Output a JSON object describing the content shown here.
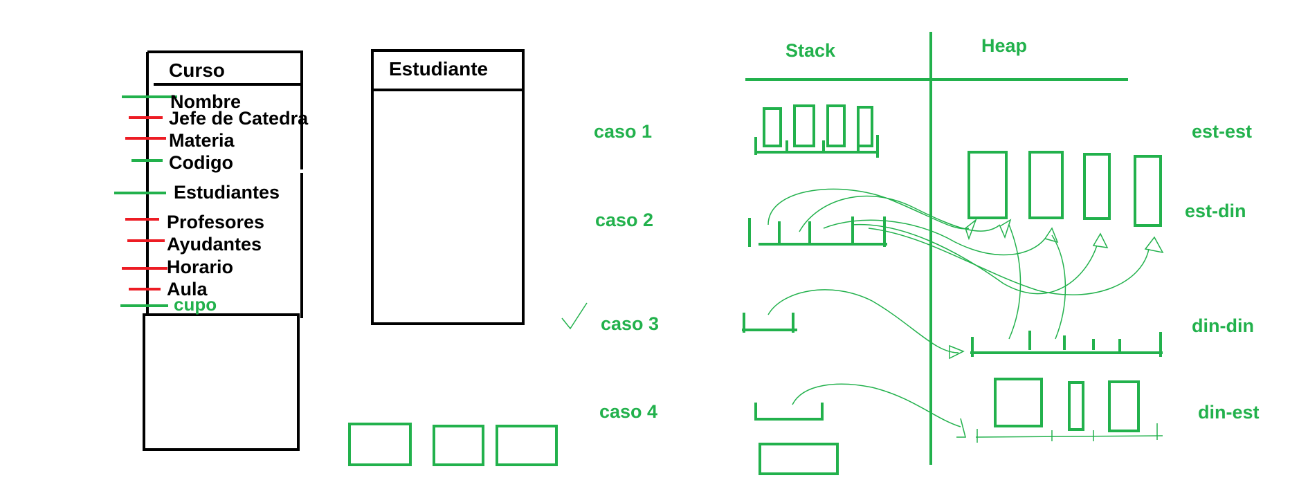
{
  "colors": {
    "ink": "#000000",
    "green": "#22b14c",
    "red": "#ed1c24"
  },
  "left": {
    "curso_title": "Curso",
    "attributes": [
      {
        "label": "Nombre",
        "mark": "green"
      },
      {
        "label": "Jefe de Catedra",
        "mark": "red"
      },
      {
        "label": "Materia",
        "mark": "red"
      },
      {
        "label": "Codigo",
        "mark": "green"
      },
      {
        "label": "Estudiantes",
        "mark": "green"
      },
      {
        "label": "Profesores",
        "mark": "red"
      },
      {
        "label": "Ayudantes",
        "mark": "red"
      },
      {
        "label": "Horario",
        "mark": "red"
      },
      {
        "label": "Aula",
        "mark": "red"
      },
      {
        "label": "cupo",
        "mark": "green"
      }
    ],
    "estudiante_title": "Estudiante"
  },
  "memory": {
    "stack_label": "Stack",
    "heap_label": "Heap",
    "cases": [
      {
        "label": "caso 1",
        "heap_label": "est-est"
      },
      {
        "label": "caso 2",
        "heap_label": "est-din"
      },
      {
        "label": "caso 3",
        "heap_label": "din-din"
      },
      {
        "label": "caso 4",
        "heap_label": "din-est"
      }
    ]
  }
}
